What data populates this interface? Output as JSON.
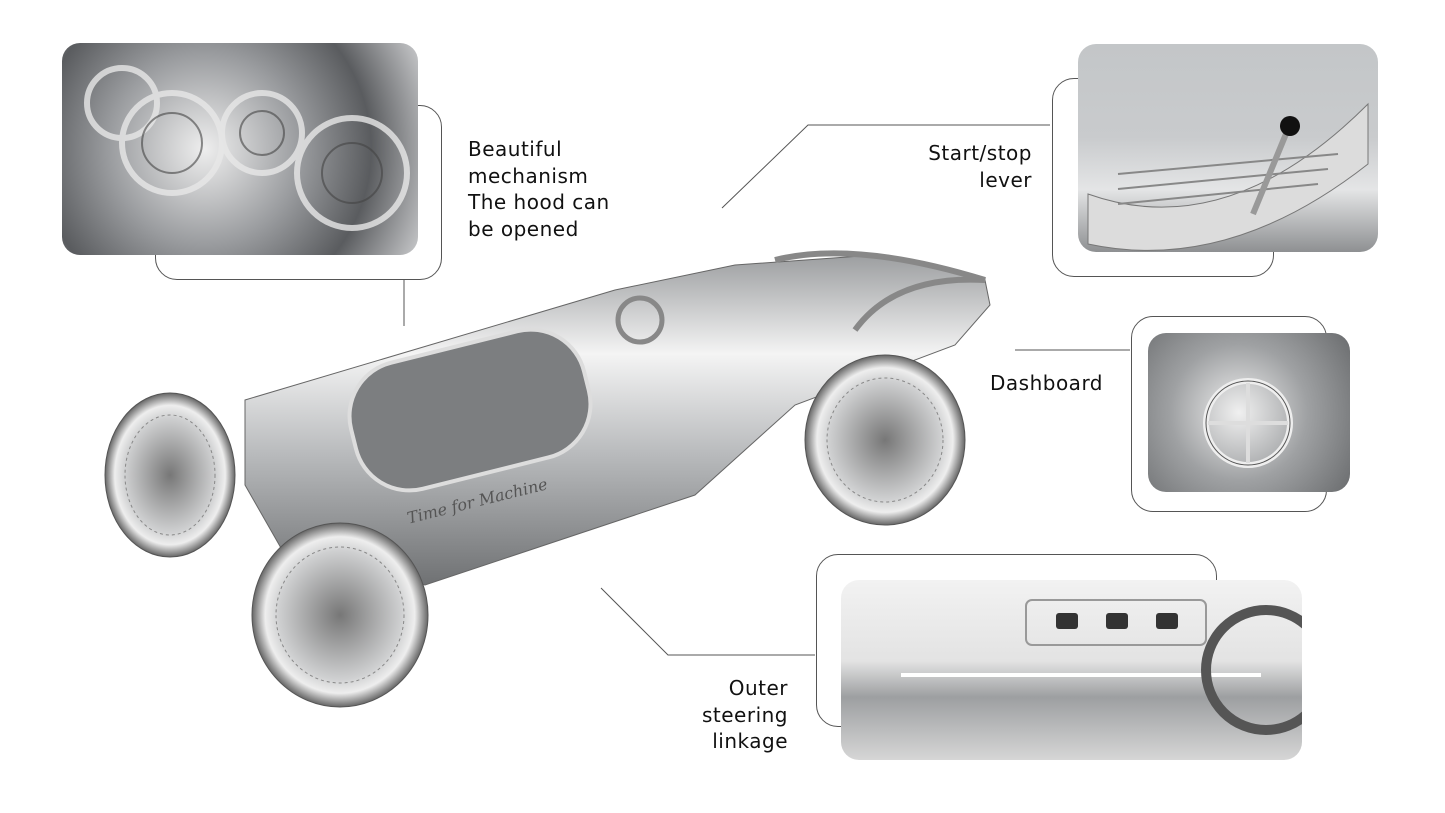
{
  "callouts": {
    "mechanism": [
      "Beautiful",
      "mechanism",
      "The hood can",
      "be opened"
    ],
    "lever": [
      "Start/stop",
      "lever"
    ],
    "dashboard": [
      "Dashboard"
    ],
    "steering": [
      "Outer",
      "steering",
      "linkage"
    ]
  },
  "car": {
    "logo_text": "Time for Machine"
  },
  "colors": {
    "line": "#555555",
    "photo_bg": "#c9cbcd",
    "metal": "#d8d9db"
  }
}
